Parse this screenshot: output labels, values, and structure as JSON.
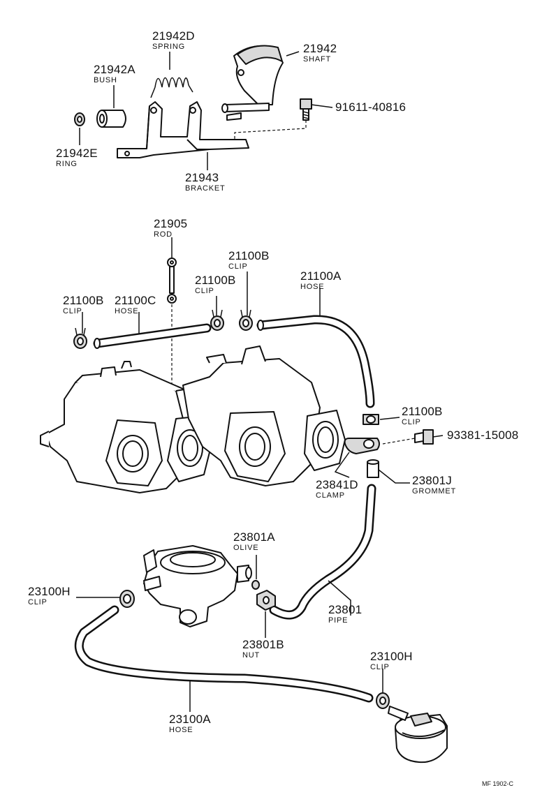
{
  "parts": [
    {
      "id": "21942D",
      "name": "SPRING"
    },
    {
      "id": "21942",
      "name": "SHAFT"
    },
    {
      "id": "21942A",
      "name": "BUSH"
    },
    {
      "id": "91611-40816",
      "name": ""
    },
    {
      "id": "21942E",
      "name": "RING"
    },
    {
      "id": "21943",
      "name": "BRACKET"
    },
    {
      "id": "21905",
      "name": "ROD"
    },
    {
      "id": "21100B",
      "name": "CLIP"
    },
    {
      "id": "21100B",
      "name": "CLIP"
    },
    {
      "id": "21100A",
      "name": "HOSE"
    },
    {
      "id": "21100B",
      "name": "CLIP"
    },
    {
      "id": "21100C",
      "name": "HOSE"
    },
    {
      "id": "21100B",
      "name": "CLIP"
    },
    {
      "id": "93381-15008",
      "name": ""
    },
    {
      "id": "23841D",
      "name": "CLAMP"
    },
    {
      "id": "23801J",
      "name": "GROMMET"
    },
    {
      "id": "23801A",
      "name": "OLIVE"
    },
    {
      "id": "23100H",
      "name": "CLIP"
    },
    {
      "id": "23801",
      "name": "PIPE"
    },
    {
      "id": "23801B",
      "name": "NUT"
    },
    {
      "id": "23100H",
      "name": "CLIP"
    },
    {
      "id": "23100A",
      "name": "HOSE"
    }
  ],
  "footer": "MF 1902-C"
}
